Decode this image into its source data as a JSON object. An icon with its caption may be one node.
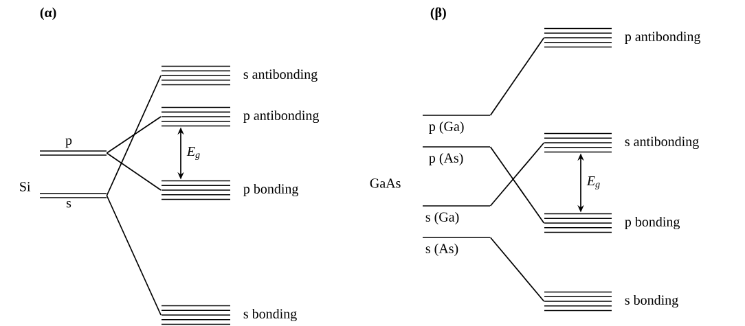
{
  "diagram": {
    "nodes": [
      {
        "text": [
          "p"
        ]
      },
      {
        "text": [
          "s"
        ]
      },
      {
        "text": [
          "s antibonding"
        ]
      },
      {
        "text": [
          "p antibonding"
        ]
      },
      {
        "text": [
          "p bonding"
        ]
      },
      {
        "text": [
          "s bonding"
        ]
      },
      {
        "text": [
          "p (Ga)"
        ]
      },
      {
        "text": [
          "p (As)"
        ]
      },
      {
        "text": [
          "s (Ga)"
        ]
      },
      {
        "text": [
          "s (As)"
        ]
      },
      {
        "text": [
          "p antibonding"
        ]
      },
      {
        "text": [
          "s antibonding"
        ]
      },
      {
        "text": [
          "p bonding"
        ]
      },
      {
        "text": [
          "s bonding"
        ]
      }
    ],
    "edges": [
      {
        "from": 0,
        "to": 3,
        "arrow": "none"
      },
      {
        "from": 0,
        "to": 4,
        "arrow": "none"
      },
      {
        "from": 1,
        "to": 2,
        "arrow": "none"
      },
      {
        "from": 1,
        "to": 5,
        "arrow": "none"
      },
      {
        "from": 6,
        "to": 10,
        "arrow": "none"
      },
      {
        "from": 7,
        "to": 12,
        "arrow": "none"
      },
      {
        "from": 8,
        "to": 11,
        "arrow": "none"
      },
      {
        "from": 9,
        "to": 13,
        "arrow": "none"
      },
      {
        "from": 3,
        "to": 4,
        "arrow": "both",
        "label": "E$_{g}$"
      },
      {
        "from": 11,
        "to": 12,
        "arrow": "both",
        "label": "E$_{g}$"
      }
    ],
    "labels": [
      "(α)",
      "(β)",
      "Si",
      "GaAs"
    ]
  }
}
